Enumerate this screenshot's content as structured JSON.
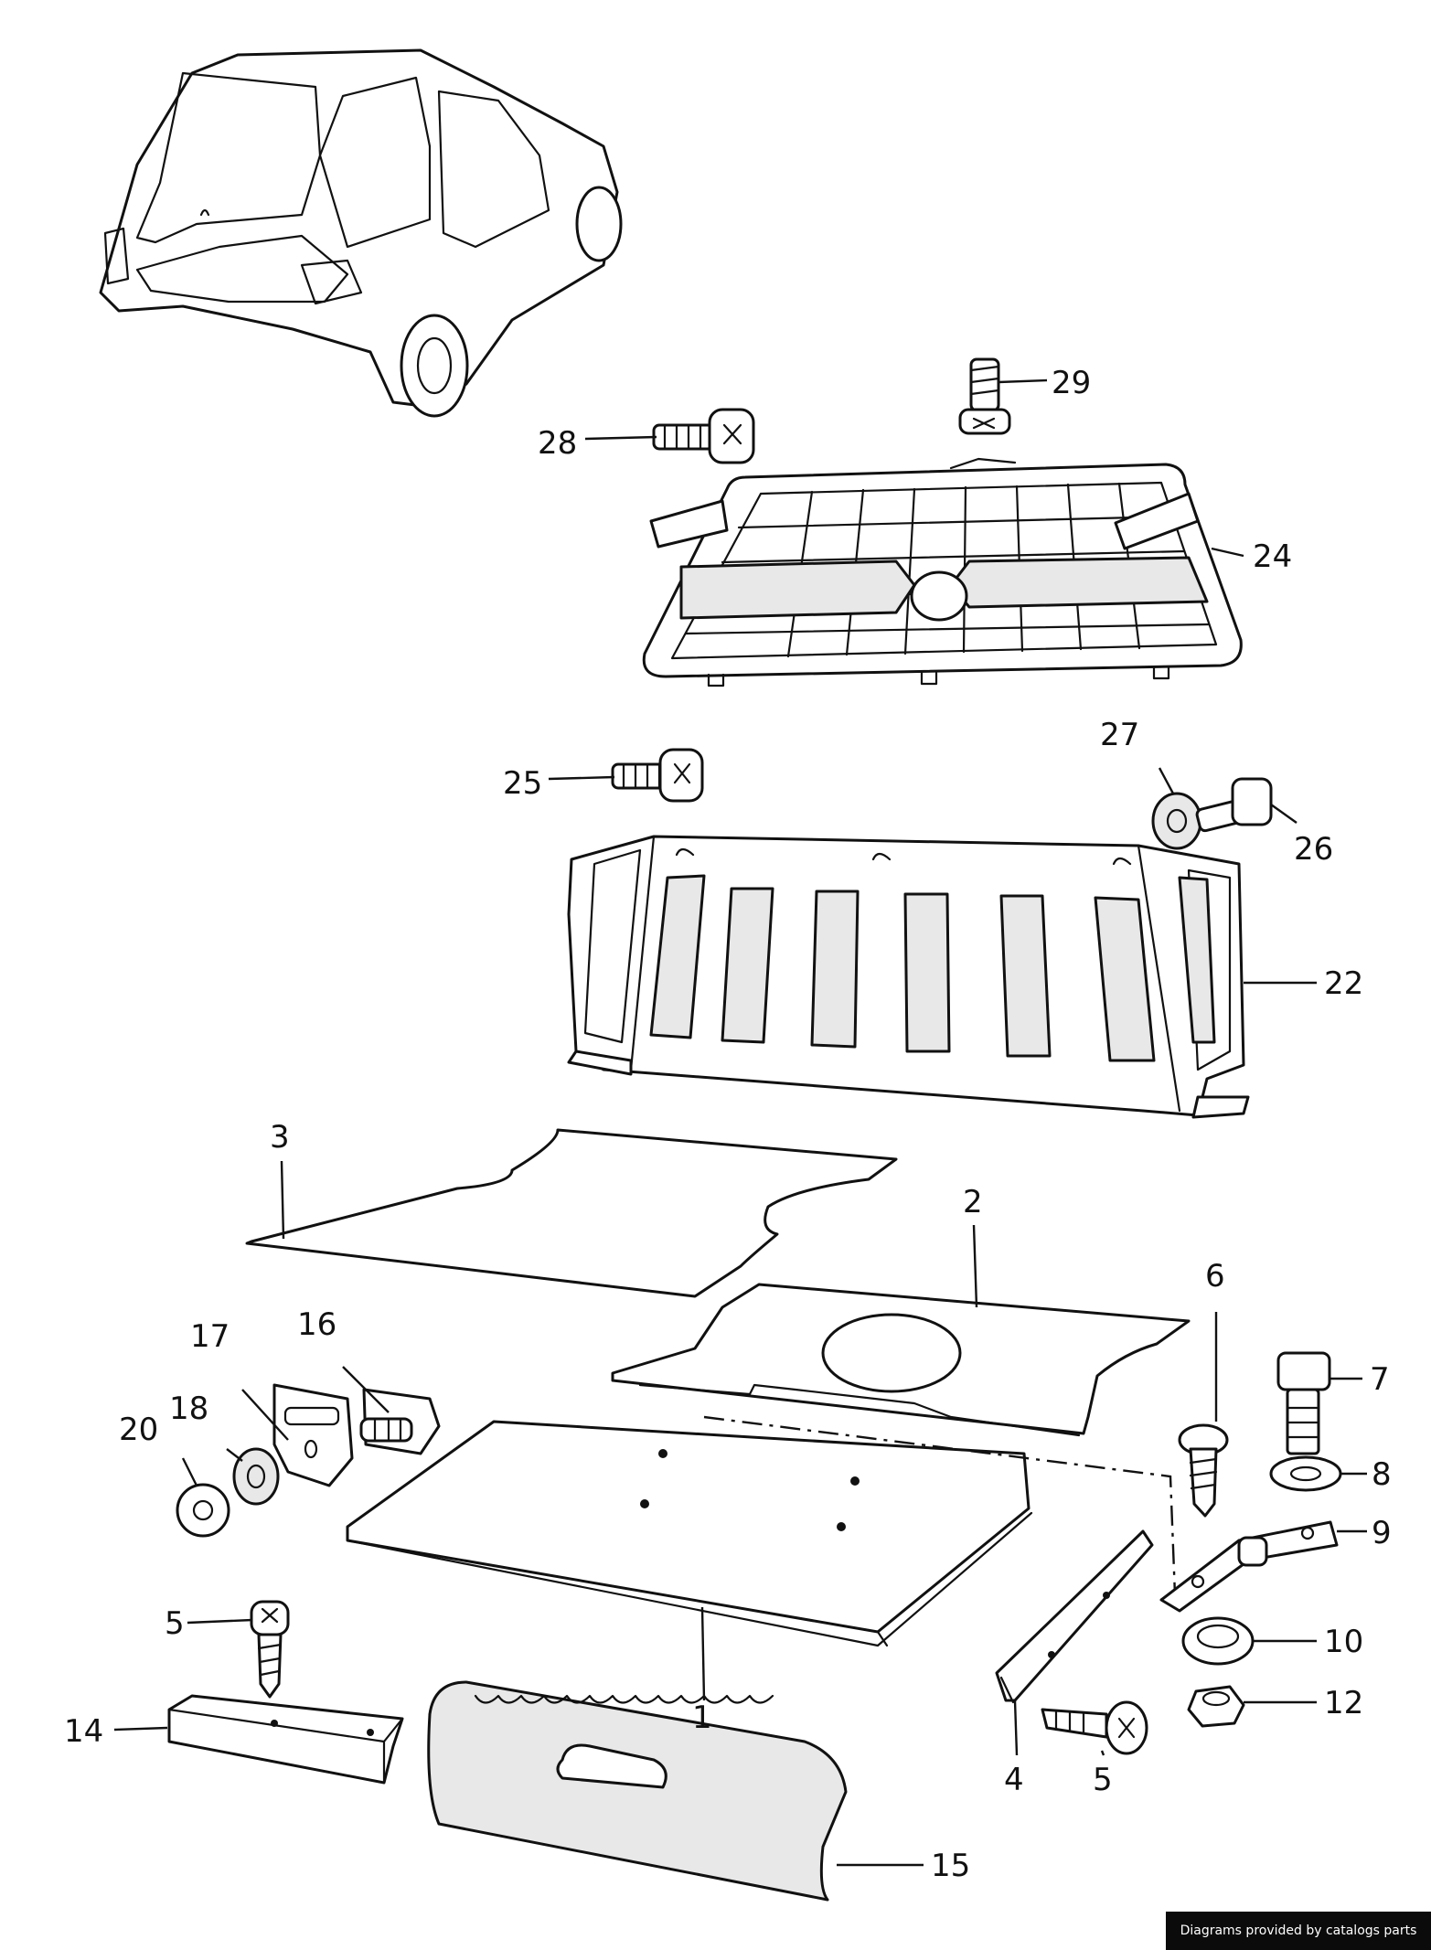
{
  "diagram": {
    "callouts": {
      "c1": "1",
      "c2": "2",
      "c3": "3",
      "c4": "4",
      "c5a": "5",
      "c5b": "5",
      "c6": "6",
      "c7": "7",
      "c8": "8",
      "c9": "9",
      "c10": "10",
      "c12": "12",
      "c14": "14",
      "c15": "15",
      "c16": "16",
      "c17": "17",
      "c18": "18",
      "c20": "20",
      "c22": "22",
      "c24": "24",
      "c25": "25",
      "c26": "26",
      "c27": "27",
      "c28": "28",
      "c29": "29"
    }
  },
  "footer": {
    "credit": "Diagrams provided by catalogs parts"
  }
}
